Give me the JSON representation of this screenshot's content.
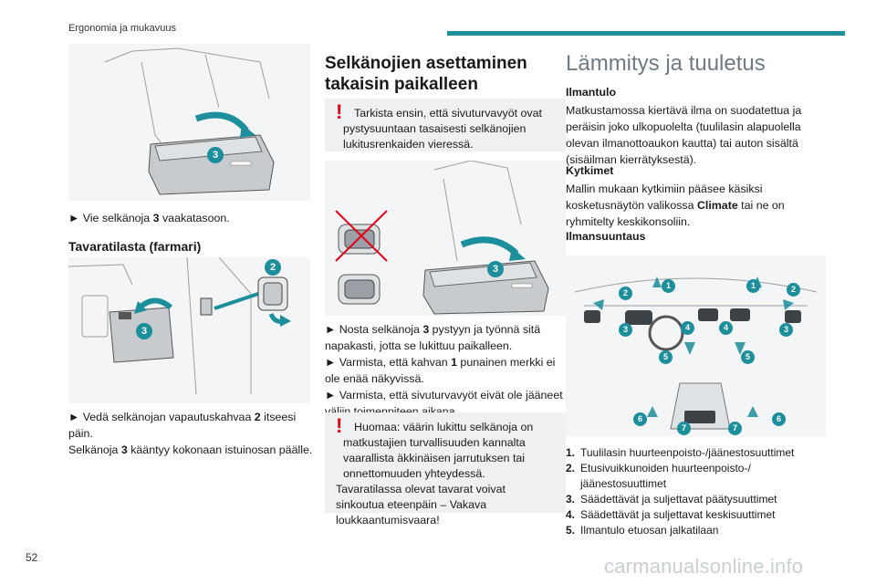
{
  "header": {
    "section": "Ergonomia ja mukavuus"
  },
  "page_number": "52",
  "watermark": "carmanualsonline.info",
  "col1": {
    "fig1_badge": "3",
    "step1_prefix": "► Vie selkänoja ",
    "step1_bold": "3",
    "step1_suffix": " vaakatasoon.",
    "heading": "Tavaratilasta (farmari)",
    "fig2_badge_a": "2",
    "fig2_badge_b": "3",
    "step2_prefix": "► Vedä selkänojan vapautuskahvaa ",
    "step2_bold": "2",
    "step2_suffix": " itseesi päin.",
    "step3_prefix": "Selkänoja ",
    "step3_bold": "3",
    "step3_suffix": " kääntyy kokonaan istuinosan päälle."
  },
  "col2": {
    "heading_line1": "Selkänojien asettaminen",
    "heading_line2": "takaisin paikalleen",
    "note1_mark": "!",
    "note1": "Tarkista ensin, että sivuturvavyöt ovat pystysuuntaan tasaisesti selkänojien lukitusrenkaiden vieressä.",
    "fig_badge": "3",
    "bullet1_prefix": "► Nosta selkänoja ",
    "bullet1_bold": "3",
    "bullet1_suffix": " pystyyn ja työnnä sitä napakasti, jotta se lukittuu paikalleen.",
    "bullet2_prefix": "► Varmista, että kahvan ",
    "bullet2_bold": "1",
    "bullet2_suffix": " punainen merkki ei ole enää näkyvissä.",
    "bullet3": "► Varmista, että sivuturvavyöt eivät ole jääneet väliin toimenpiteen aikana.",
    "note2_mark": "!",
    "note2_line1": "Huomaa: väärin lukittu selkänoja on matkustajien turvallisuuden kannalta vaarallista äkkinäisen jarrutuksen tai onnettomuuden yhteydessä.",
    "note2_line2": "Tavaratilassa olevat tavarat voivat sinkoutua eteenpäin – Vakava loukkaantumisvaara!"
  },
  "col3": {
    "heading": "Lämmitys ja tuuletus",
    "sub1": "Ilmantulo",
    "p1": "Matkustamossa kiertävä ilma on suodatettua ja peräisin joko ulkopuolelta (tuulilasin alapuolella olevan ilmanottoaukon kautta) tai auton sisältä (sisäilman kierrätyksestä).",
    "sub2": "Kytkimet",
    "p2_prefix": "Mallin mukaan kytkimiin pääsee käsiksi kosketusnäytön valikossa ",
    "p2_bold": "Climate",
    "p2_suffix": " tai ne on ryhmitelty keskikonsoliin.",
    "sub3": "Ilmansuuntaus",
    "diagram_badges": [
      "1",
      "1",
      "2",
      "2",
      "3",
      "3",
      "4",
      "4",
      "5",
      "5",
      "6",
      "6",
      "7",
      "7"
    ],
    "legend": [
      {
        "n": "1.",
        "text": "Tuulilasin huurteenpoisto-/jäänestosuuttimet"
      },
      {
        "n": "2.",
        "text": "Etusivuikkunoiden huurteenpoisto-/ jäänestosuuttimet"
      },
      {
        "n": "3.",
        "text": "Säädettävät ja suljettavat päätysuuttimet"
      },
      {
        "n": "4.",
        "text": "Säädettävät ja suljettavat keskisuuttimet"
      },
      {
        "n": "5.",
        "text": "Ilmantulo etuosan jalkatilaan"
      }
    ]
  },
  "colors": {
    "accent": "#1c8e9c",
    "warning": "#e2001a",
    "note_bg": "#eef0f1"
  }
}
